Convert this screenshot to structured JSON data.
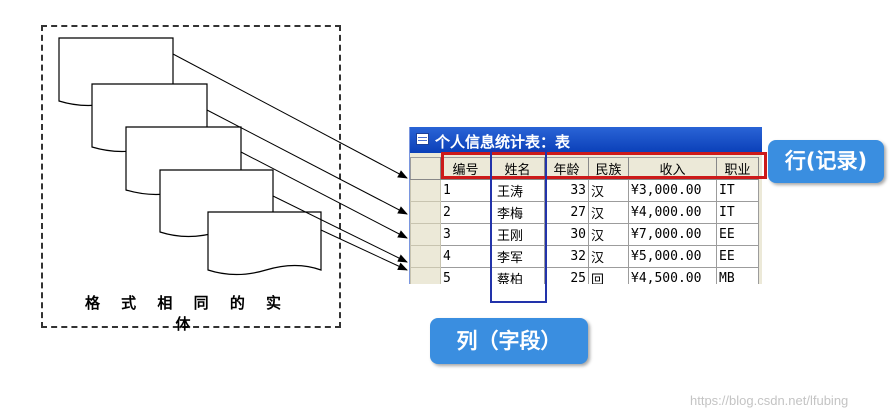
{
  "entity_group": {
    "caption": "格 式 相 同 的 实 体"
  },
  "table": {
    "title": "个人信息统计表：表",
    "columns": [
      "编号",
      "姓名",
      "年龄",
      "民族",
      "收入",
      "职业"
    ],
    "rows": [
      [
        "1",
        "王涛",
        "33",
        "汉",
        "¥3,000.00",
        "IT"
      ],
      [
        "2",
        "李梅",
        "27",
        "汉",
        "¥4,000.00",
        "IT"
      ],
      [
        "3",
        "王刚",
        "30",
        "汉",
        "¥7,000.00",
        "EE"
      ],
      [
        "4",
        "李军",
        "32",
        "汉",
        "¥5,000.00",
        "EE"
      ],
      [
        "5",
        "蔡柏",
        "25",
        "回",
        "¥4,500.00",
        "MB"
      ]
    ]
  },
  "callouts": {
    "row_label": "行(记录)",
    "column_label": "列（字段）"
  },
  "watermark": "https://blog.csdn.net/lfubing",
  "colors": {
    "row_highlight": "#cc1a1a",
    "column_highlight": "#2233aa",
    "callout_bg": "#3a8ee0",
    "title_bar": "#0a3fb8"
  }
}
